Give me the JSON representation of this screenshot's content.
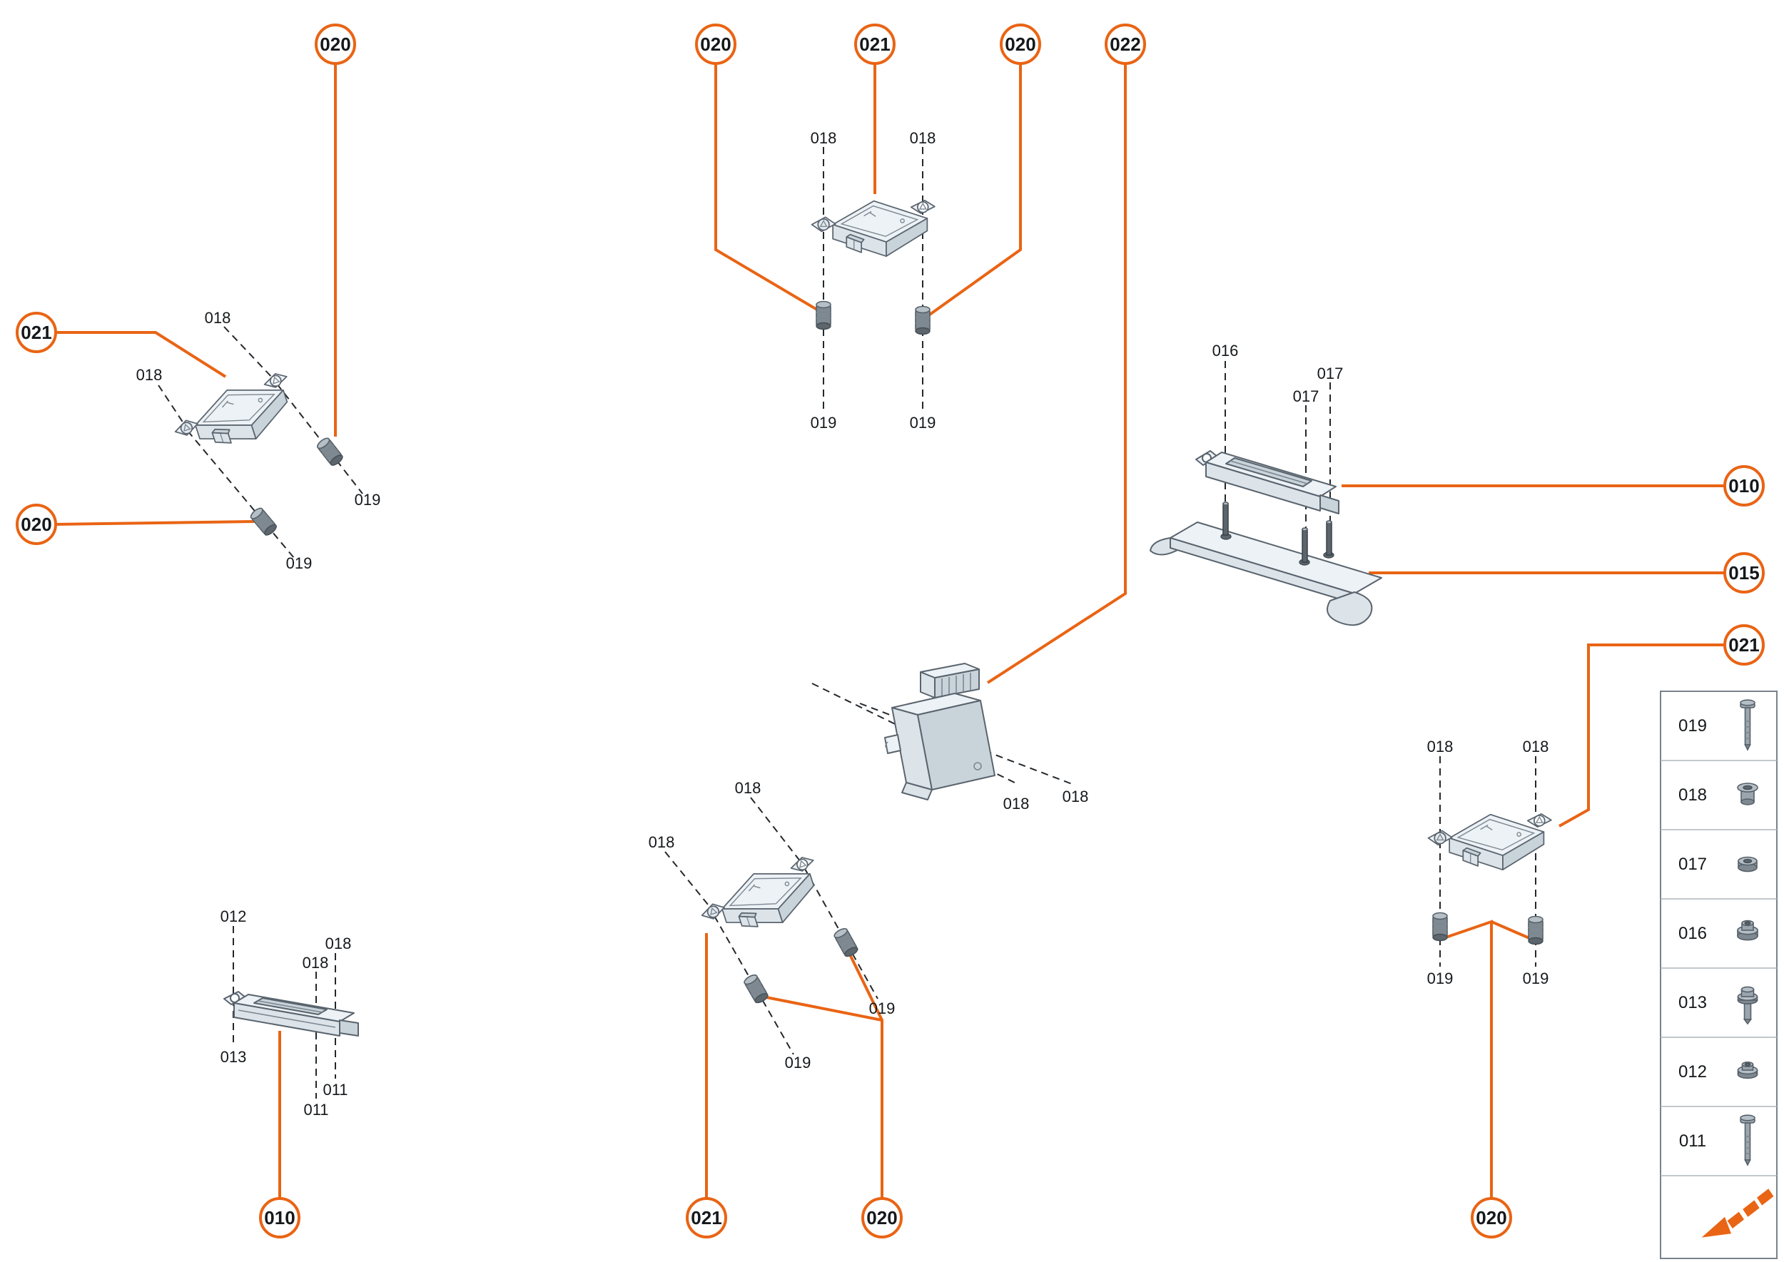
{
  "diagram": {
    "type": "exploded-parts-diagram",
    "background": "#ffffff"
  },
  "colors": {
    "accent": "#e96414",
    "label_ink": "#15181b",
    "part_fill": "#edf2f6",
    "part_stroke": "#5a646e"
  },
  "callouts": [
    {
      "label": "020"
    },
    {
      "label": "020"
    },
    {
      "label": "021"
    },
    {
      "label": "020"
    },
    {
      "label": "022"
    },
    {
      "label": "021"
    },
    {
      "label": "020"
    },
    {
      "label": "010"
    },
    {
      "label": "015"
    },
    {
      "label": "021"
    },
    {
      "label": "010"
    },
    {
      "label": "021"
    },
    {
      "label": "020"
    },
    {
      "label": "020"
    }
  ],
  "part_labels": [
    {
      "text": "018"
    },
    {
      "text": "018"
    },
    {
      "text": "019"
    },
    {
      "text": "019"
    },
    {
      "text": "018"
    },
    {
      "text": "018"
    },
    {
      "text": "019"
    },
    {
      "text": "019"
    },
    {
      "text": "016"
    },
    {
      "text": "017"
    },
    {
      "text": "017"
    },
    {
      "text": "018"
    },
    {
      "text": "018"
    },
    {
      "text": "012"
    },
    {
      "text": "018"
    },
    {
      "text": "018"
    },
    {
      "text": "013"
    },
    {
      "text": "011"
    },
    {
      "text": "011"
    },
    {
      "text": "018"
    },
    {
      "text": "018"
    },
    {
      "text": "019"
    },
    {
      "text": "019"
    },
    {
      "text": "018"
    },
    {
      "text": "018"
    },
    {
      "text": "019"
    },
    {
      "text": "019"
    }
  ],
  "legend": {
    "items": [
      {
        "code": "019",
        "icon": "long-screw-icon"
      },
      {
        "code": "018",
        "icon": "spacer-sleeve-icon"
      },
      {
        "code": "017",
        "icon": "nut-icon"
      },
      {
        "code": "016",
        "icon": "flanged-bushing-icon"
      },
      {
        "code": "013",
        "icon": "flange-bolt-icon"
      },
      {
        "code": "012",
        "icon": "flange-nut-icon"
      },
      {
        "code": "011",
        "icon": "long-screw-icon"
      }
    ],
    "footer_icon": "direction-arrow-icon"
  }
}
